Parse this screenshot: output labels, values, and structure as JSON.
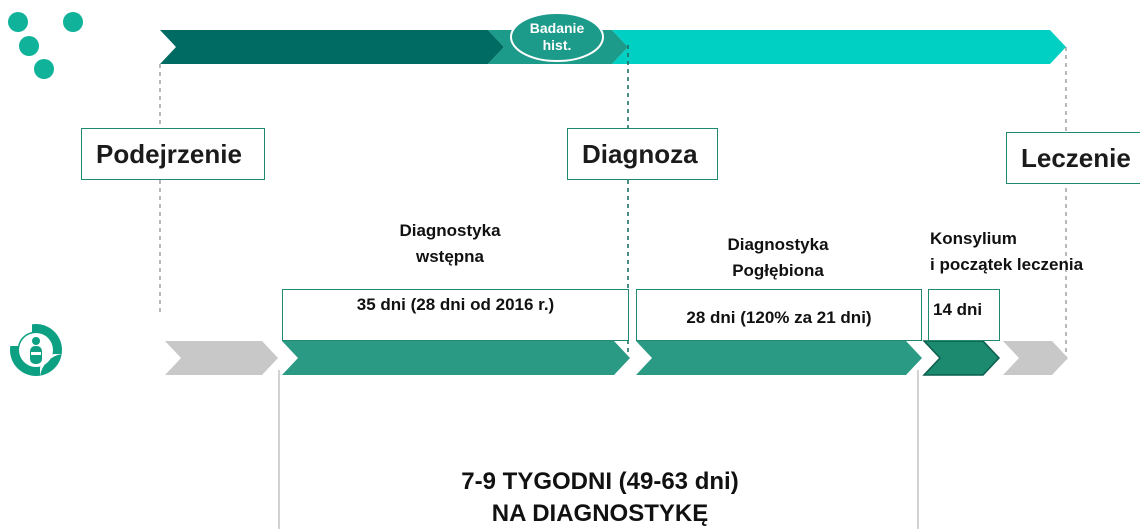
{
  "stages": {
    "suspicion": "Podejrzenie",
    "diagnosis": "Diagnoza",
    "treatment": "Leczenie"
  },
  "histology": {
    "line1": "Badanie",
    "line2": "hist."
  },
  "phases": {
    "initial": {
      "line1": "Diagnostyka",
      "line2": "wstępna",
      "days": "35 dni (28 dni od 2016 r.)"
    },
    "extended": {
      "line1": "Diagnostyka",
      "line2": "Pogłębiona",
      "days": "28 dni (120% za 21 dni)"
    },
    "council": {
      "line1": "Konsylium",
      "line2": "i początek leczenia",
      "days": "14 dni"
    }
  },
  "summary": {
    "line1": "7-9 TYGODNI (49-63 dni)",
    "line2": "NA DIAGNOSTYKĘ"
  },
  "colors": {
    "dark_teal": "#006b63",
    "mid_teal": "#1c9a8a",
    "bright_teal": "#00d0c4",
    "phase_teal": "#2a9a84",
    "grey": "#c8c8c8",
    "dots": "#10b39a"
  },
  "icons": [
    "decorative-dots-icon",
    "patient-logo-icon"
  ]
}
